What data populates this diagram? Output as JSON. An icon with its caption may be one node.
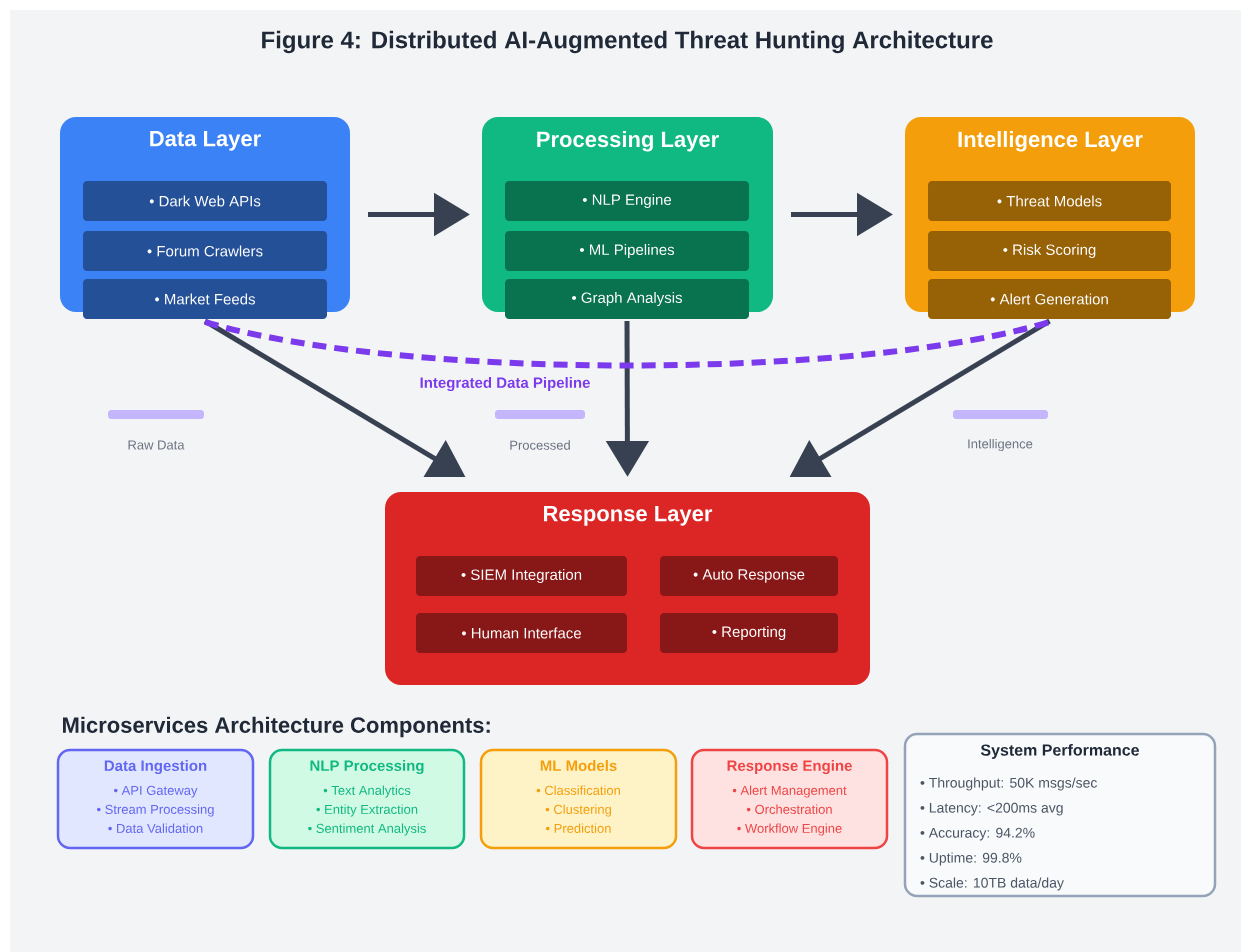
{
  "diagram": {
    "title": "Figure 4: Distributed AI-Augmented Threat Hunting Architecture",
    "nodes": [
      {
        "text": [
          "Data Layer"
        ]
      },
      {
        "text": [
          "• Dark Web APIs"
        ],
        "in": 0
      },
      {
        "text": [
          "• Forum Crawlers"
        ],
        "in": 0
      },
      {
        "text": [
          "• Market Feeds"
        ],
        "in": 0
      },
      {
        "text": [
          "Processing Layer"
        ]
      },
      {
        "text": [
          "• NLP Engine"
        ],
        "in": 4
      },
      {
        "text": [
          "• ML Pipelines"
        ],
        "in": 4
      },
      {
        "text": [
          "• Graph Analysis"
        ],
        "in": 4
      },
      {
        "text": [
          "Intelligence Layer"
        ]
      },
      {
        "text": [
          "• Threat Models"
        ],
        "in": 8
      },
      {
        "text": [
          "• Risk Scoring"
        ],
        "in": 8
      },
      {
        "text": [
          "• Alert Generation"
        ],
        "in": 8
      },
      {
        "text": [
          "Response Layer"
        ]
      },
      {
        "text": [
          "• SIEM Integration"
        ],
        "in": 12
      },
      {
        "text": [
          "• Auto Response"
        ],
        "in": 12
      },
      {
        "text": [
          "• Human Interface"
        ],
        "in": 12
      },
      {
        "text": [
          "• Reporting"
        ],
        "in": 12
      },
      {
        "text": [
          "Data Ingestion",
          "• API Gateway",
          "• Stream Processing",
          "• Data Validation"
        ]
      },
      {
        "text": [
          "NLP Processing",
          "• Text Analytics",
          "• Entity Extraction",
          "• Sentiment Analysis"
        ]
      },
      {
        "text": [
          "ML Models",
          "• Classification",
          "• Clustering",
          "• Prediction"
        ]
      },
      {
        "text": [
          "Response Engine",
          "• Alert Management",
          "• Orchestration",
          "• Workflow Engine"
        ]
      },
      {
        "text": [
          "System Performance",
          "• Throughput: 50K msgs/sec",
          "• Latency: <200ms avg",
          "• Accuracy: 94.2%",
          "• Uptime: 99.8%",
          "• Scale: 10TB data/day"
        ]
      }
    ],
    "edges": [
      {
        "from": 0,
        "to": 4,
        "arrow": "to"
      },
      {
        "from": 4,
        "to": 8,
        "arrow": "to"
      },
      {
        "from": 3,
        "to": 12,
        "arrow": "to"
      },
      {
        "from": 7,
        "to": 12,
        "arrow": "to"
      },
      {
        "from": 11,
        "to": 12,
        "arrow": "to"
      },
      {
        "from": 3,
        "to": 11,
        "arrow": "none",
        "style": "dashed",
        "color": "#7c3aed",
        "label": "Integrated Data Pipeline"
      }
    ],
    "labels": [
      "Microservices Architecture Components:"
    ],
    "legend": [
      {
        "text": "Raw Data",
        "color": "#c4b5fd"
      },
      {
        "text": "Processed",
        "color": "#c4b5fd"
      },
      {
        "text": "Intelligence",
        "color": "#c4b5fd"
      }
    ]
  }
}
